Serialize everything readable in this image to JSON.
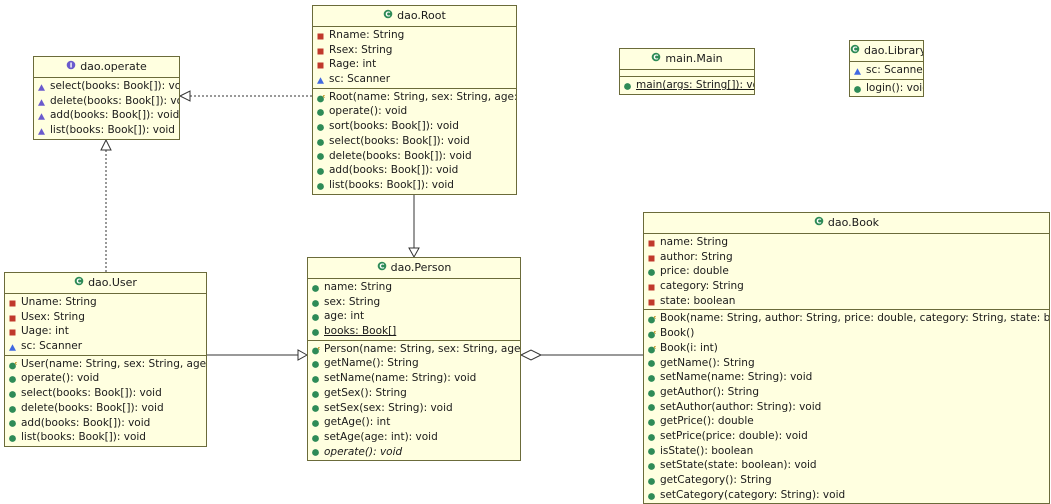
{
  "colors": {
    "class_fill": "#ffffe0",
    "class_border": "#6b6b3a",
    "class_icon": "#2e8b57",
    "interface_icon": "#6a5acd",
    "private": "#c0392b",
    "public": "#2e8b57",
    "package": "#4169e1",
    "edge": "#333333"
  },
  "classes": [
    {
      "id": "operate",
      "name": "dao.operate",
      "kind": "interface",
      "sections": [
        [
          {
            "vis": "abstract-method",
            "text": "select(books: Book[]): void"
          },
          {
            "vis": "abstract-method",
            "text": "delete(books: Book[]): void"
          },
          {
            "vis": "abstract-method",
            "text": "add(books: Book[]): void"
          },
          {
            "vis": "abstract-method",
            "text": "list(books: Book[]): void"
          }
        ]
      ]
    },
    {
      "id": "root",
      "name": "dao.Root",
      "kind": "class",
      "sections": [
        [
          {
            "vis": "private",
            "text": "Rname: String"
          },
          {
            "vis": "private",
            "text": "Rsex: String"
          },
          {
            "vis": "private",
            "text": "Rage: int"
          },
          {
            "vis": "package",
            "text": "sc: Scanner"
          }
        ],
        [
          {
            "vis": "constructor",
            "text": "Root(name: String, sex: String, age: int)"
          },
          {
            "vis": "public",
            "text": "operate(): void"
          },
          {
            "vis": "public",
            "text": "sort(books: Book[]): void"
          },
          {
            "vis": "public",
            "text": "select(books: Book[]): void"
          },
          {
            "vis": "public",
            "text": "delete(books: Book[]): void"
          },
          {
            "vis": "public",
            "text": "add(books: Book[]): void"
          },
          {
            "vis": "public",
            "text": "list(books: Book[]): void"
          }
        ]
      ]
    },
    {
      "id": "main",
      "name": "main.Main",
      "kind": "class",
      "sections": [
        [],
        [
          {
            "vis": "public",
            "text": "main(args: String[]): void",
            "static": true
          }
        ]
      ]
    },
    {
      "id": "library",
      "name": "dao.Library",
      "kind": "class",
      "sections": [
        [
          {
            "vis": "package",
            "text": "sc: Scanner"
          }
        ],
        [
          {
            "vis": "public",
            "text": "login(): void"
          }
        ]
      ]
    },
    {
      "id": "user",
      "name": "dao.User",
      "kind": "class",
      "sections": [
        [
          {
            "vis": "private",
            "text": "Uname: String"
          },
          {
            "vis": "private",
            "text": "Usex: String"
          },
          {
            "vis": "private",
            "text": "Uage: int"
          },
          {
            "vis": "package",
            "text": "sc: Scanner"
          }
        ],
        [
          {
            "vis": "constructor",
            "text": "User(name: String, sex: String, age: int)"
          },
          {
            "vis": "public",
            "text": "operate(): void"
          },
          {
            "vis": "public",
            "text": "select(books: Book[]): void"
          },
          {
            "vis": "public",
            "text": "delete(books: Book[]): void"
          },
          {
            "vis": "public",
            "text": "add(books: Book[]): void"
          },
          {
            "vis": "public",
            "text": "list(books: Book[]): void"
          }
        ]
      ]
    },
    {
      "id": "person",
      "name": "dao.Person",
      "kind": "class",
      "sections": [
        [
          {
            "vis": "public",
            "text": "name: String"
          },
          {
            "vis": "public",
            "text": "sex: String"
          },
          {
            "vis": "public",
            "text": "age: int"
          },
          {
            "vis": "public",
            "text": "books: Book[]",
            "static": true
          }
        ],
        [
          {
            "vis": "constructor",
            "text": "Person(name: String, sex: String, age: int)"
          },
          {
            "vis": "public",
            "text": "getName(): String"
          },
          {
            "vis": "public",
            "text": "setName(name: String): void"
          },
          {
            "vis": "public",
            "text": "getSex(): String"
          },
          {
            "vis": "public",
            "text": "setSex(sex: String): void"
          },
          {
            "vis": "public",
            "text": "getAge(): int"
          },
          {
            "vis": "public",
            "text": "setAge(age: int): void"
          },
          {
            "vis": "public",
            "text": "operate(): void",
            "abstract": true
          }
        ]
      ]
    },
    {
      "id": "book",
      "name": "dao.Book",
      "kind": "class",
      "sections": [
        [
          {
            "vis": "private",
            "text": "name: String"
          },
          {
            "vis": "private",
            "text": "author: String"
          },
          {
            "vis": "public",
            "text": "price: double"
          },
          {
            "vis": "private",
            "text": "category: String"
          },
          {
            "vis": "private",
            "text": "state: boolean"
          }
        ],
        [
          {
            "vis": "constructor",
            "text": "Book(name: String, author: String, price: double, category: String, state: boolean)"
          },
          {
            "vis": "constructor",
            "text": "Book()"
          },
          {
            "vis": "constructor",
            "text": "Book(i: int)"
          },
          {
            "vis": "public",
            "text": "getName(): String"
          },
          {
            "vis": "public",
            "text": "setName(name: String): void"
          },
          {
            "vis": "public",
            "text": "getAuthor(): String"
          },
          {
            "vis": "public",
            "text": "setAuthor(author: String): void"
          },
          {
            "vis": "public",
            "text": "getPrice(): double"
          },
          {
            "vis": "public",
            "text": "setPrice(price: double): void"
          },
          {
            "vis": "public",
            "text": "isState(): boolean"
          },
          {
            "vis": "public",
            "text": "setState(state: boolean): void"
          },
          {
            "vis": "public",
            "text": "getCategory(): String"
          },
          {
            "vis": "public",
            "text": "setCategory(category: String): void"
          }
        ]
      ]
    }
  ],
  "relations": [
    {
      "id": "root-implements-operate",
      "type": "realization",
      "from": "root",
      "to": "operate"
    },
    {
      "id": "user-implements-operate",
      "type": "realization",
      "from": "user",
      "to": "operate"
    },
    {
      "id": "root-extends-person",
      "type": "generalization",
      "from": "root",
      "to": "person"
    },
    {
      "id": "user-extends-person",
      "type": "generalization",
      "from": "user",
      "to": "person"
    },
    {
      "id": "person-aggregates-book",
      "type": "aggregation",
      "from": "book",
      "to": "person"
    }
  ]
}
